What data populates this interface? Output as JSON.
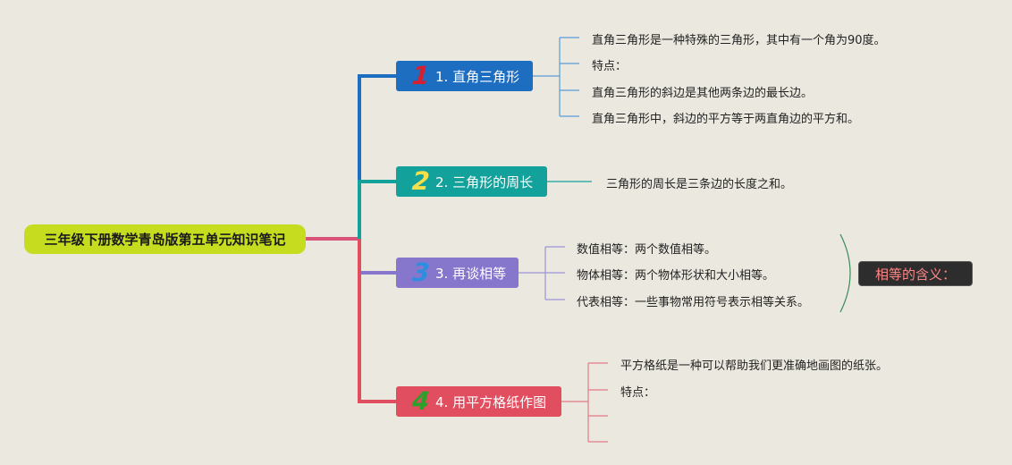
{
  "root": {
    "label": "三年级下册数学青岛版第五单元知识笔记"
  },
  "colors": {
    "background": "#ebe8df",
    "root": "#c5dc1f",
    "branch1": "#1d6ec0",
    "branch2": "#13a19b",
    "branch3": "#8677cc",
    "branch4": "#e04e5f",
    "summary_bg": "#2d2d2d",
    "summary_text": "#ff8686"
  },
  "branches": [
    {
      "number": "1",
      "number_color": "#d91f2f",
      "label": "1. 直角三角形",
      "leaves": [
        "直角三角形是一种特殊的三角形，其中有一个角为90度。",
        "特点：",
        "直角三角形的斜边是其他两条边的最长边。",
        "直角三角形中，斜边的平方等于两直角边的平方和。"
      ]
    },
    {
      "number": "2",
      "number_color": "#f5e04a",
      "label": "2. 三角形的周长",
      "leaves": [
        "三角形的周长是三条边的长度之和。"
      ]
    },
    {
      "number": "3",
      "number_color": "#2f8de0",
      "label": "3. 再谈相等",
      "leaves": [
        "数值相等：两个数值相等。",
        "物体相等：两个物体形状和大小相等。",
        "代表相等：一些事物常用符号表示相等关系。"
      ],
      "summary": "相等的含义："
    },
    {
      "number": "4",
      "number_color": "#2aa12a",
      "label": "4. 用平方格纸作图",
      "leaves": [
        "平方格纸是一种可以帮助我们更准确地画图的纸张。",
        "特点：",
        "",
        ""
      ]
    }
  ]
}
